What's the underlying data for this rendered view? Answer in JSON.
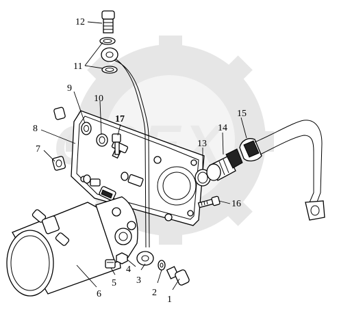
{
  "watermark": {
    "text": "OPEX"
  },
  "callouts": [
    {
      "id": "callout-1",
      "label": "1"
    },
    {
      "id": "callout-2",
      "label": "2"
    },
    {
      "id": "callout-3",
      "label": "3"
    },
    {
      "id": "callout-4",
      "label": "4"
    },
    {
      "id": "callout-5",
      "label": "5"
    },
    {
      "id": "callout-6",
      "label": "6"
    },
    {
      "id": "callout-7",
      "label": "7"
    },
    {
      "id": "callout-8",
      "label": "8"
    },
    {
      "id": "callout-9",
      "label": "9"
    },
    {
      "id": "callout-10",
      "label": "10"
    },
    {
      "id": "callout-11",
      "label": "11"
    },
    {
      "id": "callout-12",
      "label": "12"
    },
    {
      "id": "callout-13",
      "label": "13"
    },
    {
      "id": "callout-14",
      "label": "14"
    },
    {
      "id": "callout-15",
      "label": "15"
    },
    {
      "id": "callout-16",
      "label": "16"
    },
    {
      "id": "callout-17",
      "label": "17"
    }
  ]
}
